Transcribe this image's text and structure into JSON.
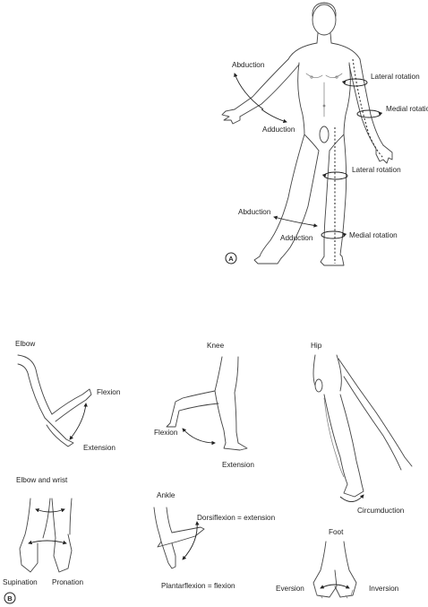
{
  "panel_a": {
    "badge": "A",
    "labels": {
      "abduction_arm": "Abduction",
      "adduction_arm": "Adduction",
      "lateral_rotation_arm": "Lateral rotation",
      "medial_rotation_arm": "Medial rotation",
      "lateral_rotation_leg": "Lateral rotation",
      "abduction_leg": "Abduction",
      "adduction_leg": "Adduction",
      "medial_rotation_leg": "Medial rotation"
    }
  },
  "panel_b": {
    "badge": "B",
    "elbow": {
      "title": "Elbow",
      "flexion": "Flexion",
      "extension": "Extension"
    },
    "knee": {
      "title": "Knee",
      "flexion": "Flexion",
      "extension": "Extension"
    },
    "hip": {
      "title": "Hip",
      "circumduction": "Circumduction"
    },
    "elbow_wrist": {
      "title": "Elbow and wrist",
      "supination": "Supination",
      "pronation": "Pronation"
    },
    "ankle": {
      "title": "Ankle",
      "dorsiflexion": "Dorsiflexion = extension",
      "plantarflexion": "Plantarflexion = flexion"
    },
    "foot": {
      "title": "Foot",
      "eversion": "Eversion",
      "inversion": "Inversion"
    }
  }
}
